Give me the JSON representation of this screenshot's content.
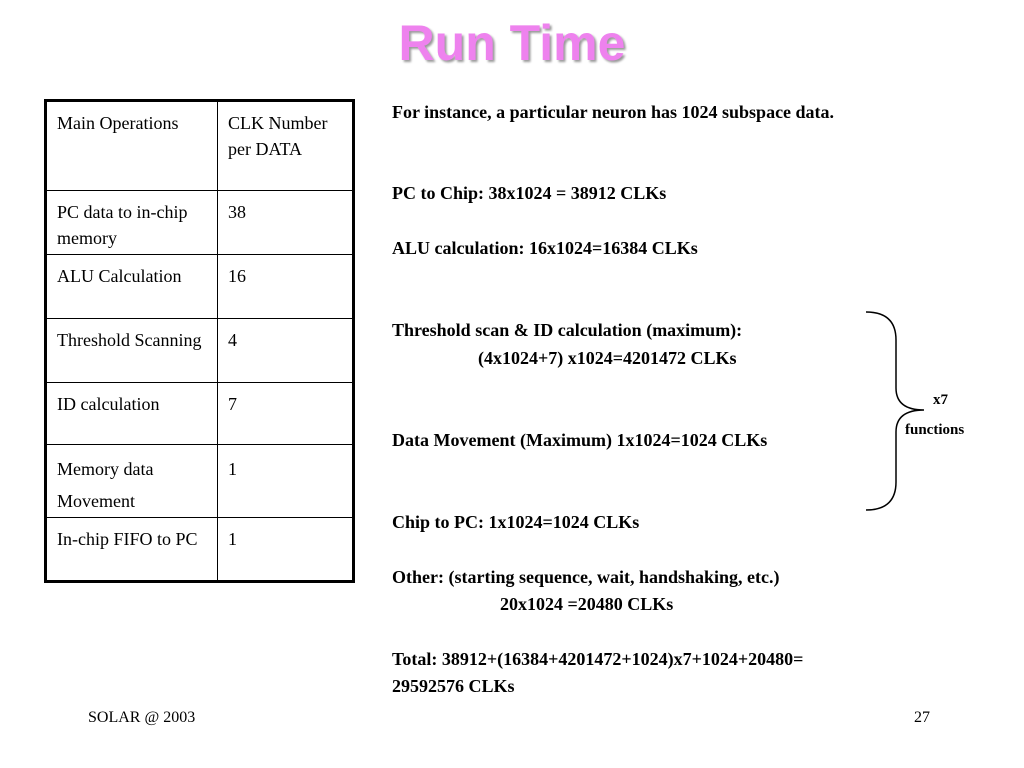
{
  "title": {
    "text": "Run Time",
    "color": "#ee82ee"
  },
  "table": {
    "header": [
      "Main Operations",
      "CLK Number per DATA"
    ],
    "rows": [
      [
        "PC data to in-chip memory",
        "38"
      ],
      [
        "ALU Calculation",
        "16"
      ],
      [
        "Threshold Scanning",
        "4"
      ],
      [
        "ID calculation",
        "7"
      ],
      [
        "Memory data Movement",
        "1"
      ],
      [
        "In-chip FIFO to PC",
        "1"
      ]
    ]
  },
  "right": {
    "intro": "For instance, a particular neuron has 1024 subspace data.",
    "pc_to_chip": "PC to Chip: 38x1024 = 38912 CLKs",
    "alu": "ALU calculation: 16x1024=16384 CLKs",
    "threshold_1": "Threshold scan & ID calculation (maximum):",
    "threshold_2": "(4x1024+7) x1024=4201472 CLKs",
    "data_move": "Data Movement (Maximum) 1x1024=1024 CLKs",
    "chip_to_pc": "Chip to PC: 1x1024=1024 CLKs",
    "other_1": "Other: (starting sequence, wait, handshaking, etc.)",
    "other_2": "20x1024 =20480 CLKs",
    "total_1": "Total: 38912+(16384+4201472+1024)x7+1024+20480=",
    "total_2": "29592576 CLKs"
  },
  "brace_label": {
    "line1": "x7",
    "line2": "functions"
  },
  "footer": {
    "left": "SOLAR @ 2003",
    "right": "27"
  }
}
